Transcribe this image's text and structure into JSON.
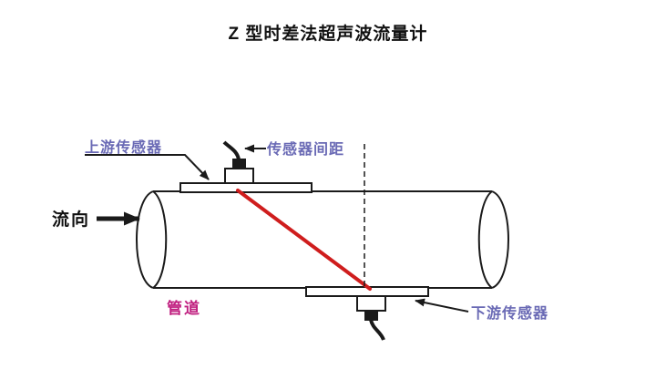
{
  "title": "Z 型时差法超声波流量计",
  "labels": {
    "upstream_sensor": "上游传感器",
    "sensor_spacing": "传感器间距",
    "downstream_sensor": "下游传感器",
    "flow_direction": "流向",
    "pipe": "管道"
  },
  "colors": {
    "label_blue": "#6a6ab5",
    "pipe_label_magenta": "#c02080",
    "beam_red": "#cf1d1d",
    "line_black": "#1a1a1a",
    "background": "#ffffff"
  }
}
